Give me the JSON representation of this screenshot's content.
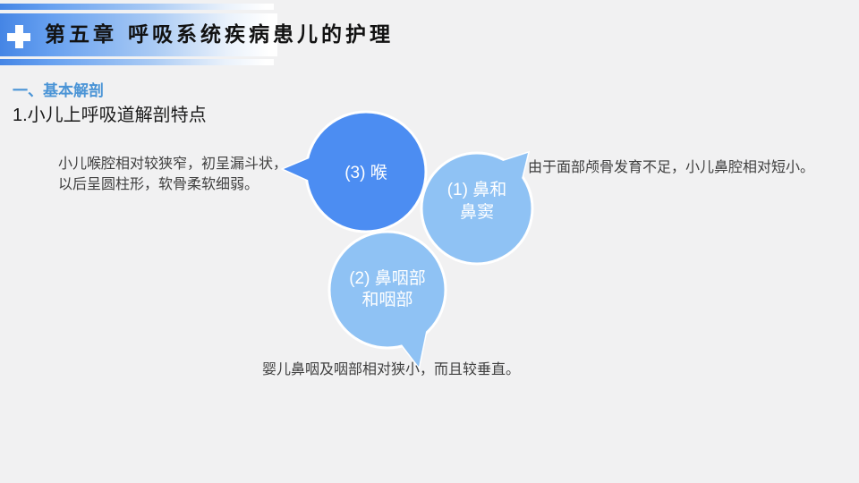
{
  "slide": {
    "background": "#F1F1F2"
  },
  "header": {
    "title": "第五章 呼吸系统疾病患儿的护理",
    "icon": "medical-cross",
    "bar_gradient_left": "#4585E5",
    "bar_gradient_right": "#FFFFFF"
  },
  "content": {
    "section_heading": "一、基本解剖",
    "subheading": "1.小儿上呼吸道解剖特点"
  },
  "diagram": {
    "type": "bubble-callout",
    "bubbles": [
      {
        "order": "(1)",
        "label": "(1) 鼻和\n鼻窦",
        "color": "#8FC2F4",
        "text_color": "#FFFFFF",
        "note": "由于面部颅骨发育不足，小儿鼻腔相对短小。"
      },
      {
        "order": "(2)",
        "label": "(2) 鼻咽部\n和咽部",
        "color": "#8FC2F4",
        "text_color": "#FFFFFF",
        "note": "婴儿鼻咽及咽部相对狭小，而且较垂直。"
      },
      {
        "order": "(3)",
        "label": "(3) 喉",
        "color": "#4C8DF2",
        "text_color": "#FFFFFF",
        "note": "小儿喉腔相对较狭窄，初呈漏斗状，\n以后呈圆柱形，软骨柔软细弱。"
      }
    ],
    "outline_color": "#FFFFFF"
  }
}
